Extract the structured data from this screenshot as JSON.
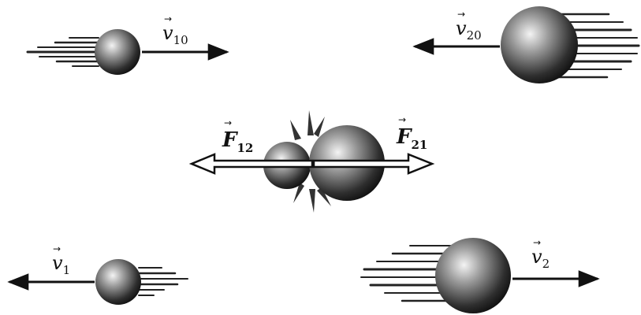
{
  "colors": {
    "ink": "#111111",
    "ball_highlight": "#f2f2f2",
    "ball_shadow": "#1a1a1a"
  },
  "before_collision": {
    "ball1": {
      "velocity_symbol": "v",
      "velocity_subscript": "10",
      "direction": "right"
    },
    "ball2": {
      "velocity_symbol": "v",
      "velocity_subscript": "20",
      "direction": "left"
    }
  },
  "during_collision": {
    "force_on_1": {
      "symbol": "F",
      "subscript": "12",
      "direction": "left"
    },
    "force_on_2": {
      "symbol": "F",
      "subscript": "21",
      "direction": "right"
    }
  },
  "after_collision": {
    "ball1": {
      "velocity_symbol": "v",
      "velocity_subscript": "1",
      "direction": "left"
    },
    "ball2": {
      "velocity_symbol": "v",
      "velocity_subscript": "2",
      "direction": "right"
    }
  }
}
